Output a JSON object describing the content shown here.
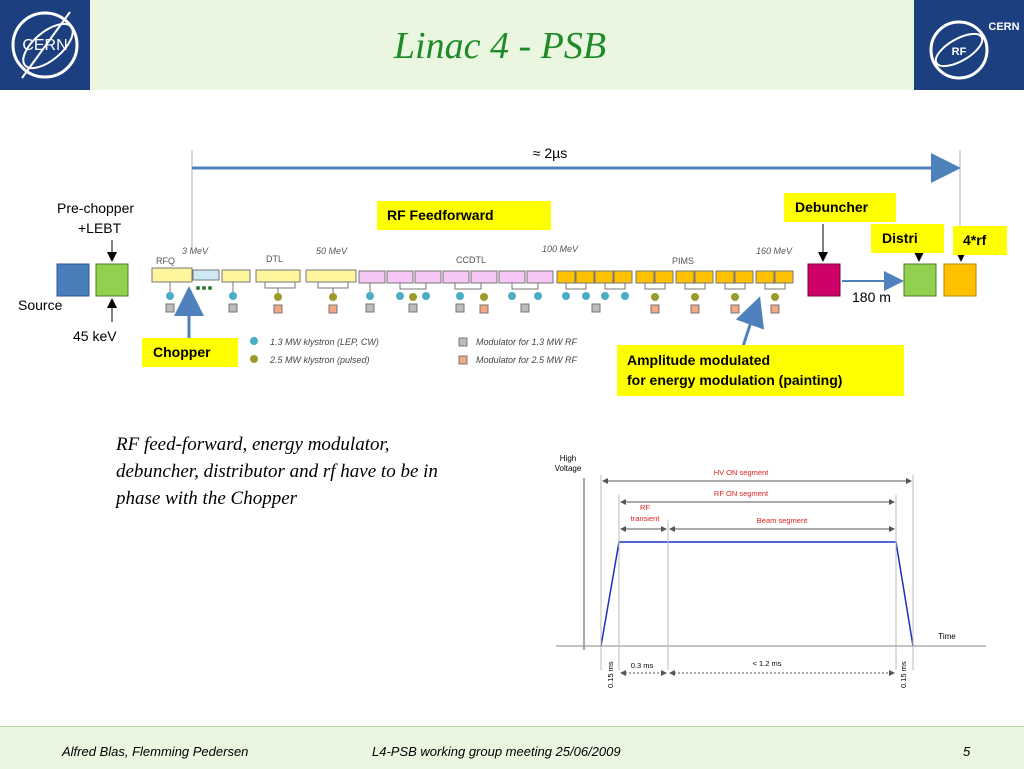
{
  "slide": {
    "title": "Linac 4 - PSB",
    "logos": {
      "left": "CERN",
      "right_cern": "CERN",
      "right_rf": "RF"
    },
    "footer": {
      "authors": "Alfred Blas, Flemming Pedersen",
      "meeting": "L4-PSB working group meeting  25/06/2009",
      "page": "5"
    }
  },
  "layout_diagram": {
    "timing_label": "≈ 2µs",
    "pre_chopper": "Pre-chopper",
    "lebt": "+LEBT",
    "source": "Source",
    "energy_source": "45 keV",
    "distance": "180 m",
    "callouts": {
      "rf_feedforward": "RF Feedforward",
      "chopper": "Chopper",
      "debuncher": "Debuncher",
      "distri": "Distri",
      "four_rf": "4*rf",
      "amplitude_line1": "Amplitude modulated",
      "amplitude_line2": "for energy modulation (painting)"
    },
    "sections": {
      "rfq": "RFQ",
      "dtl": "DTL",
      "ccdtl": "CCDTL",
      "pims": "PIMS"
    },
    "energies": {
      "e1": "3 MeV",
      "e2": "50 MeV",
      "e3": "100 MeV",
      "e4": "160 MeV"
    },
    "legend": {
      "klystron_13": "1.3 MW klystron (LEP, CW)",
      "klystron_25": "2.5 MW klystron (pulsed)",
      "modulator_13": "Modulator for 1.3 MW RF",
      "modulator_25": "Modulator for 2.5 MW RF"
    },
    "colors": {
      "source_box": "#4a7ebb",
      "lebt_box": "#92d050",
      "debuncher_box": "#cc0066",
      "distri_box": "#92d050",
      "four_rf_box": "#ffc000",
      "arrow": "#4f81bd",
      "klystron_13": "#4bacc6",
      "klystron_25": "#9b9b2a"
    },
    "note": "RF feed-forward, energy modulator, debuncher, distributor and rf have to be in phase with the Chopper"
  },
  "pulse_diagram": {
    "y_label_1": "High",
    "y_label_2": "Voltage",
    "x_label": "Time",
    "hv_on": "HV ON segment",
    "rf_on": "RF ON segment",
    "rf_transient_1": "RF",
    "rf_transient_2": "transient",
    "beam": "Beam segment",
    "rise": "0.15 ms",
    "fall": "0.15 ms",
    "transient_duration": "0.3 ms",
    "beam_duration": "< 1.2 ms"
  }
}
